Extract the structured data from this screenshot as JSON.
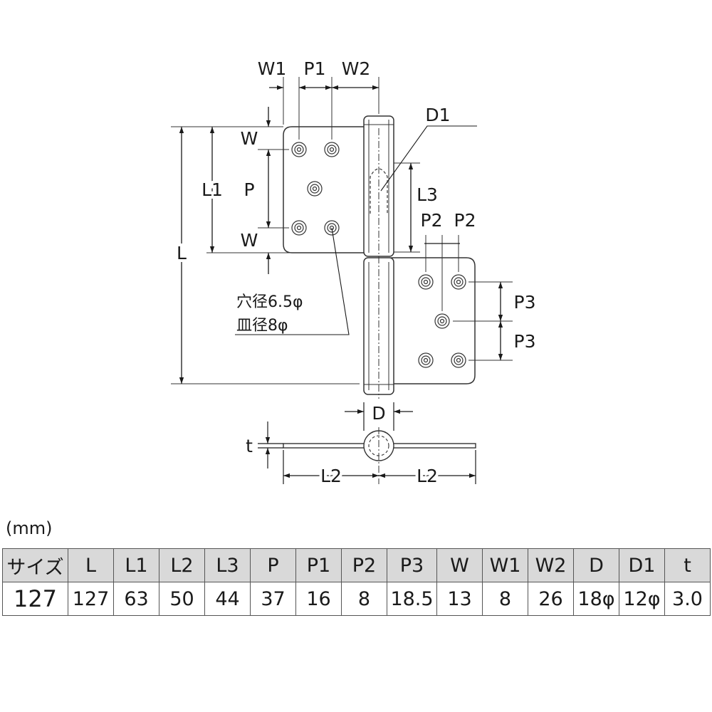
{
  "diagram": {
    "labels": {
      "w1": "W1",
      "p1": "P1",
      "w2": "W2",
      "d1": "D1",
      "w_top": "W",
      "w_bottom": "W",
      "l1": "L1",
      "p": "P",
      "l": "L",
      "l3": "L3",
      "p2_a": "P2",
      "p2_b": "P2",
      "p3_a": "P3",
      "p3_b": "P3",
      "d": "D",
      "t": "t",
      "l2_left": "L2",
      "l2_right": "L2"
    },
    "hole_note": {
      "line1": "穴径6.5φ",
      "line2": "皿径8φ"
    }
  },
  "unit": "(mm)",
  "table": {
    "headers": [
      "サイズ",
      "L",
      "L1",
      "L2",
      "L3",
      "P",
      "P1",
      "P2",
      "P3",
      "W",
      "W1",
      "W2",
      "D",
      "D1",
      "t"
    ],
    "rows": [
      [
        "127",
        "127",
        "63",
        "50",
        "44",
        "37",
        "16",
        "8",
        "18.5",
        "13",
        "8",
        "26",
        "18φ",
        "12φ",
        "3.0"
      ]
    ]
  }
}
